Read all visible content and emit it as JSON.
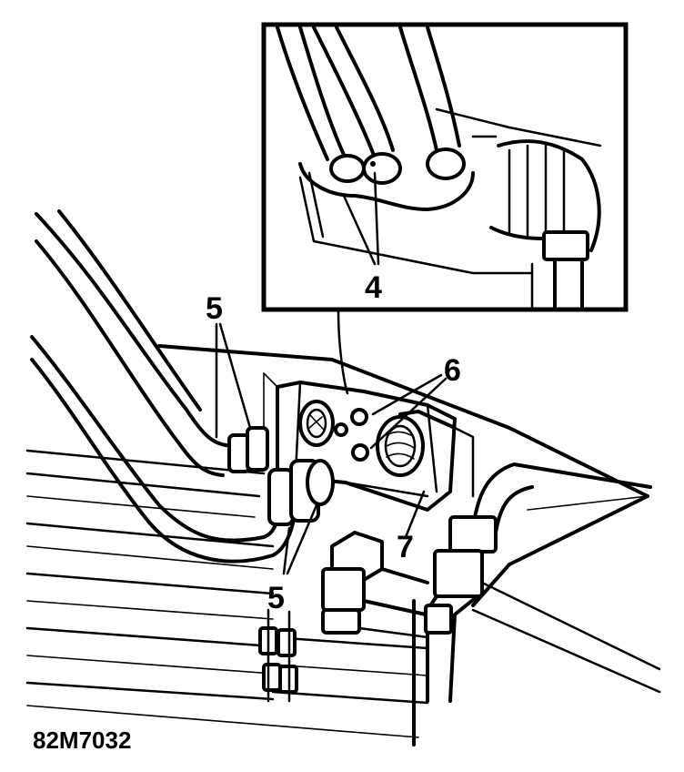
{
  "figure_code": "82M7032",
  "callouts": {
    "inset_ports": "4",
    "pipe_ends_upper": "5",
    "pipe_ends_lower": "5",
    "bolts": "6",
    "valve_block": "7"
  },
  "colors": {
    "line": "#000000",
    "background": "#ffffff"
  }
}
